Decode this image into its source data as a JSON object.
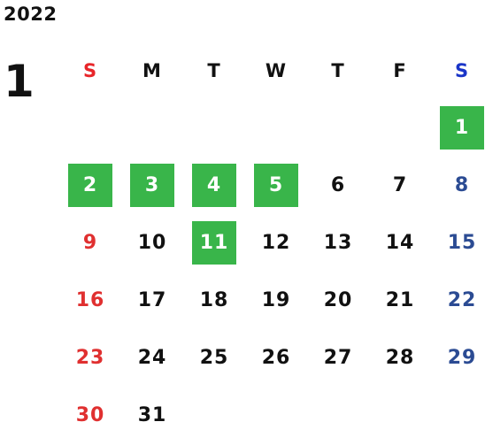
{
  "year": "2022",
  "month": "1",
  "weekday_headers": [
    "S",
    "M",
    "T",
    "W",
    "T",
    "F",
    "S"
  ],
  "colors": {
    "sunday": "#e03030",
    "saturday": "#2b4b93",
    "highlight_bg": "#39b54a",
    "highlight_text": "#ffffff",
    "text": "#111111"
  },
  "first_weekday_index": 6,
  "days": [
    {
      "label": "1",
      "highlighted": true
    },
    {
      "label": "2",
      "highlighted": true
    },
    {
      "label": "3",
      "highlighted": true
    },
    {
      "label": "4",
      "highlighted": true
    },
    {
      "label": "5",
      "highlighted": true
    },
    {
      "label": "6",
      "highlighted": false
    },
    {
      "label": "7",
      "highlighted": false
    },
    {
      "label": "8",
      "highlighted": false
    },
    {
      "label": "9",
      "highlighted": false
    },
    {
      "label": "10",
      "highlighted": false
    },
    {
      "label": "11",
      "highlighted": true
    },
    {
      "label": "12",
      "highlighted": false
    },
    {
      "label": "13",
      "highlighted": false
    },
    {
      "label": "14",
      "highlighted": false
    },
    {
      "label": "15",
      "highlighted": false
    },
    {
      "label": "16",
      "highlighted": false
    },
    {
      "label": "17",
      "highlighted": false
    },
    {
      "label": "18",
      "highlighted": false
    },
    {
      "label": "19",
      "highlighted": false
    },
    {
      "label": "20",
      "highlighted": false
    },
    {
      "label": "21",
      "highlighted": false
    },
    {
      "label": "22",
      "highlighted": false
    },
    {
      "label": "23",
      "highlighted": false
    },
    {
      "label": "24",
      "highlighted": false
    },
    {
      "label": "25",
      "highlighted": false
    },
    {
      "label": "26",
      "highlighted": false
    },
    {
      "label": "27",
      "highlighted": false
    },
    {
      "label": "28",
      "highlighted": false
    },
    {
      "label": "29",
      "highlighted": false
    },
    {
      "label": "30",
      "highlighted": false
    },
    {
      "label": "31",
      "highlighted": false
    }
  ]
}
